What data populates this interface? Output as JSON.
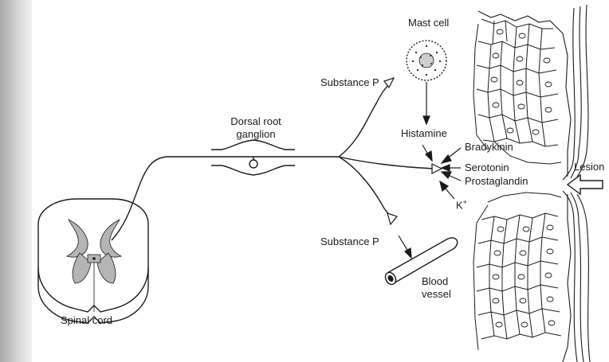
{
  "labels": {
    "mast_cell": "Mast cell",
    "substance_p_top": "Substance P",
    "dorsal_root_ganglion_line1": "Dorsal root",
    "dorsal_root_ganglion_line2": "ganglion",
    "histamine": "Histamine",
    "bradykinin": "Bradykinin",
    "serotonin": "Serotonin",
    "prostaglandin": "Prostaglandin",
    "k_plus": "K",
    "k_plus_sup": "+",
    "lesion": "Lesion",
    "substance_p_bottom": "Substance P",
    "blood_vessel_line1": "Blood",
    "blood_vessel_line2": "vessel",
    "spinal_cord": "Spinal cord"
  },
  "colors": {
    "ink": "#1a1a1a",
    "paper": "#ffffff",
    "bleed_through": "#c9c9c9",
    "scan_edge": "#a9a9a9",
    "tissue_gray": "#b5b5b5"
  }
}
